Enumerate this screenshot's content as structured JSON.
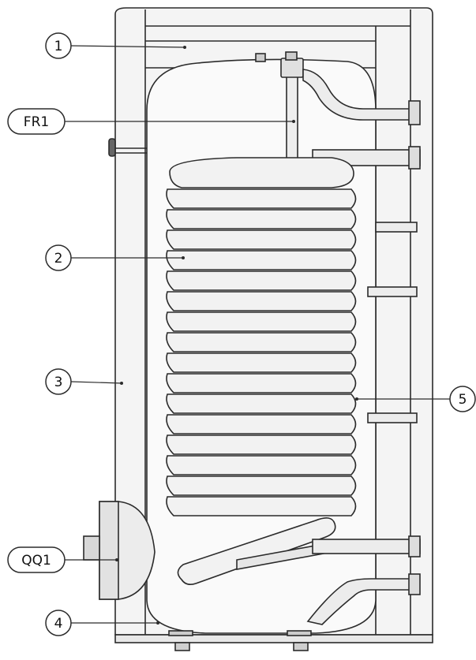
{
  "callouts": {
    "c1": "1",
    "fr1": "FR1",
    "c2": "2",
    "c3": "3",
    "qq1": "QQ1",
    "c4": "4",
    "c5": "5"
  },
  "colors": {
    "stroke": "#2b2b2b",
    "fill_light": "#f2f2f2",
    "fill_mid": "#dcdcdc"
  }
}
